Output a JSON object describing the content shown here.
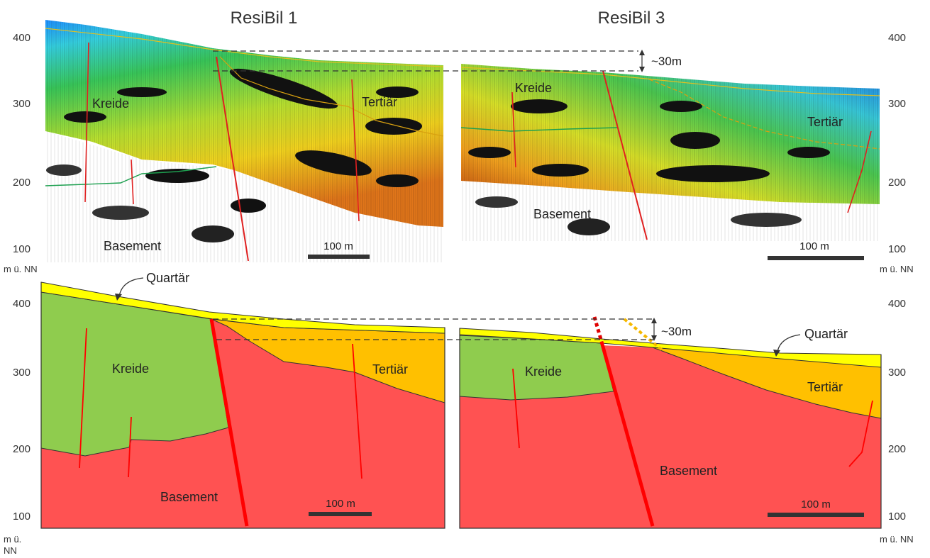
{
  "seismic": {
    "left_title": "ResiBil 1",
    "right_title": "ResiBil 3",
    "offset_label": "~30m",
    "left_labels": {
      "kreide": "Kreide",
      "tertiar": "Tertiär",
      "basement": "Basement"
    },
    "right_labels": {
      "kreide": "Kreide",
      "tertiar": "Tertiär",
      "basement": "Basement"
    },
    "scale_left": "100 m",
    "scale_right": "100 m",
    "axis_ticks": [
      "400",
      "300",
      "200",
      "100"
    ],
    "axis_unit": "m ü. NN"
  },
  "geology": {
    "offset_label": "~30m",
    "quartar_left": "Quartär",
    "quartar_right": "Quartär",
    "left_labels": {
      "kreide": "Kreide",
      "tertiar": "Tertiär",
      "basement": "Basement"
    },
    "right_labels": {
      "kreide": "Kreide",
      "tertiar": "Tertiär",
      "basement": "Basement"
    },
    "scale_left": "100 m",
    "scale_right": "100 m",
    "axis_ticks": [
      "400",
      "300",
      "200",
      "100"
    ],
    "axis_unit_left_line1": "m ü.",
    "axis_unit_left_line2": "NN",
    "axis_unit_right": "m ü. NN"
  },
  "colors": {
    "quartar": "#ffff00",
    "kreide": "#8fcc4e",
    "tertiar": "#ffc000",
    "basement": "#ff5050",
    "fault": "#ff0000",
    "dashed_orange": "#f5b800",
    "dashed_red": "#e00000"
  }
}
